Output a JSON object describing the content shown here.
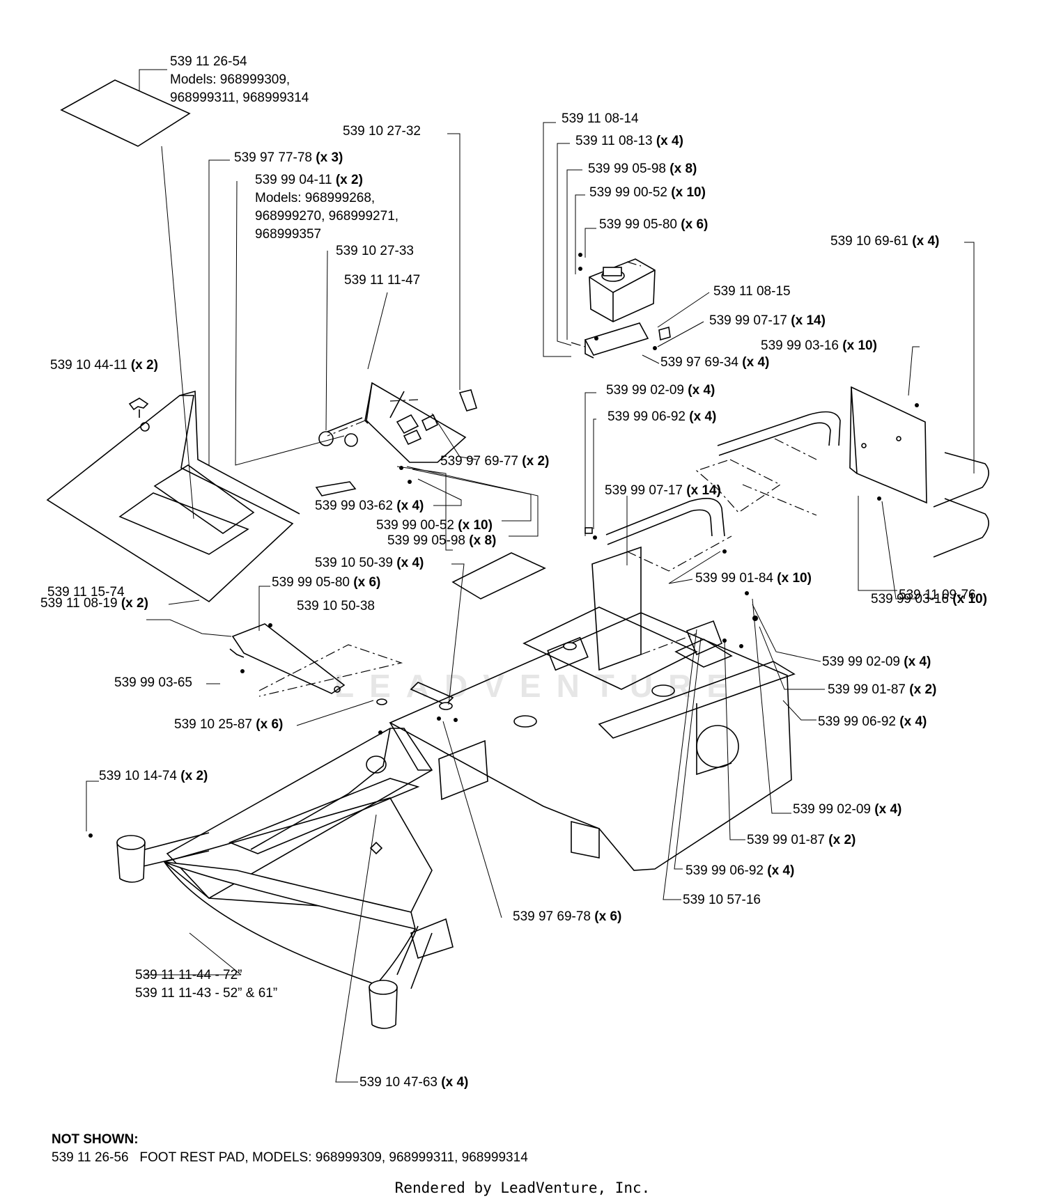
{
  "labels": [
    {
      "part": "539 11 26-54",
      "qty": ""
    },
    {
      "part": "Models: 968999309,",
      "qty": ""
    },
    {
      "part": "968999311, 968999314",
      "qty": ""
    },
    {
      "part": "539 10 27-32",
      "qty": ""
    },
    {
      "part": "539 97 77-78",
      "qty": "(x 3)"
    },
    {
      "part": "539 99 04-11",
      "qty": "(x 2)"
    },
    {
      "part": "Models: 968999268,",
      "qty": ""
    },
    {
      "part": "968999270, 968999271,",
      "qty": ""
    },
    {
      "part": "968999357",
      "qty": ""
    },
    {
      "part": "539 10 27-33",
      "qty": ""
    },
    {
      "part": "539 11 11-47",
      "qty": ""
    },
    {
      "part": "539 11 08-14",
      "qty": ""
    },
    {
      "part": "539 11 08-13",
      "qty": "(x 4)"
    },
    {
      "part": "539 99 05-98",
      "qty": "(x 8)"
    },
    {
      "part": "539 99 00-52",
      "qty": "(x 10)"
    },
    {
      "part": "539 99 05-80",
      "qty": "(x 6)"
    },
    {
      "part": "539 10 69-61",
      "qty": "(x 4)"
    },
    {
      "part": "539 11 08-15",
      "qty": ""
    },
    {
      "part": "539 99 07-17",
      "qty": "(x 14)"
    },
    {
      "part": "539 99 03-16",
      "qty": "(x 10)"
    },
    {
      "part": "539 97 69-34",
      "qty": "(x 4)"
    },
    {
      "part": "539 10 44-11",
      "qty": "(x 2)"
    },
    {
      "part": "539 99 02-09",
      "qty": "(x 4)"
    },
    {
      "part": "539 99 06-92",
      "qty": "(x 4)"
    },
    {
      "part": "539 97 69-77",
      "qty": "(x 2)"
    },
    {
      "part": "539 99 07-17",
      "qty": "(x 14)"
    },
    {
      "part": "539 99 03-62",
      "qty": "(x 4)"
    },
    {
      "part": "539 99 00-52",
      "qty": "(x 10)"
    },
    {
      "part": "539 99 05-98",
      "qty": "(x 8)"
    },
    {
      "part": "539 10 50-39",
      "qty": "(x 4)"
    },
    {
      "part": "539 99 01-84",
      "qty": "(x 10)"
    },
    {
      "part": "539 11 15-74",
      "qty": ""
    },
    {
      "part": "539 99 05-80",
      "qty": "(x 6)"
    },
    {
      "part": "539 10 50-38",
      "qty": ""
    },
    {
      "part": "539 11 09-76",
      "qty": ""
    },
    {
      "part": "539 11 08-19",
      "qty": "(x 2)"
    },
    {
      "part": "539 99 03-16",
      "qty": "(x 10)"
    },
    {
      "part": "539 99 02-09",
      "qty": "(x 4)"
    },
    {
      "part": "539 99 03-65",
      "qty": ""
    },
    {
      "part": "539 99 01-87",
      "qty": "(x 2)"
    },
    {
      "part": "539 10 25-87",
      "qty": "(x 6)"
    },
    {
      "part": "539 99 06-92",
      "qty": "(x 4)"
    },
    {
      "part": "539 10 14-74",
      "qty": "(x 2)"
    },
    {
      "part": "539 99 02-09",
      "qty": "(x 4)"
    },
    {
      "part": "539 99 01-87",
      "qty": "(x 2)"
    },
    {
      "part": "539 99 06-92",
      "qty": "(x 4)"
    },
    {
      "part": "539 10 57-16",
      "qty": ""
    },
    {
      "part": "539 97 69-78",
      "qty": "(x 6)"
    },
    {
      "part": "539 11 11-44 - 72”",
      "qty": ""
    },
    {
      "part": "539 11 11-43 - 52” & 61”",
      "qty": ""
    },
    {
      "part": "539 10 47-63",
      "qty": "(x 4)"
    }
  ],
  "not_shown": {
    "title": "NOT SHOWN:",
    "part": "539 11 26-56",
    "description": "FOOT REST PAD, MODELS: 968999309, 968999311, 968999314"
  },
  "footer": "Rendered by LeadVenture, Inc.",
  "watermark": "LEADVENTURE"
}
